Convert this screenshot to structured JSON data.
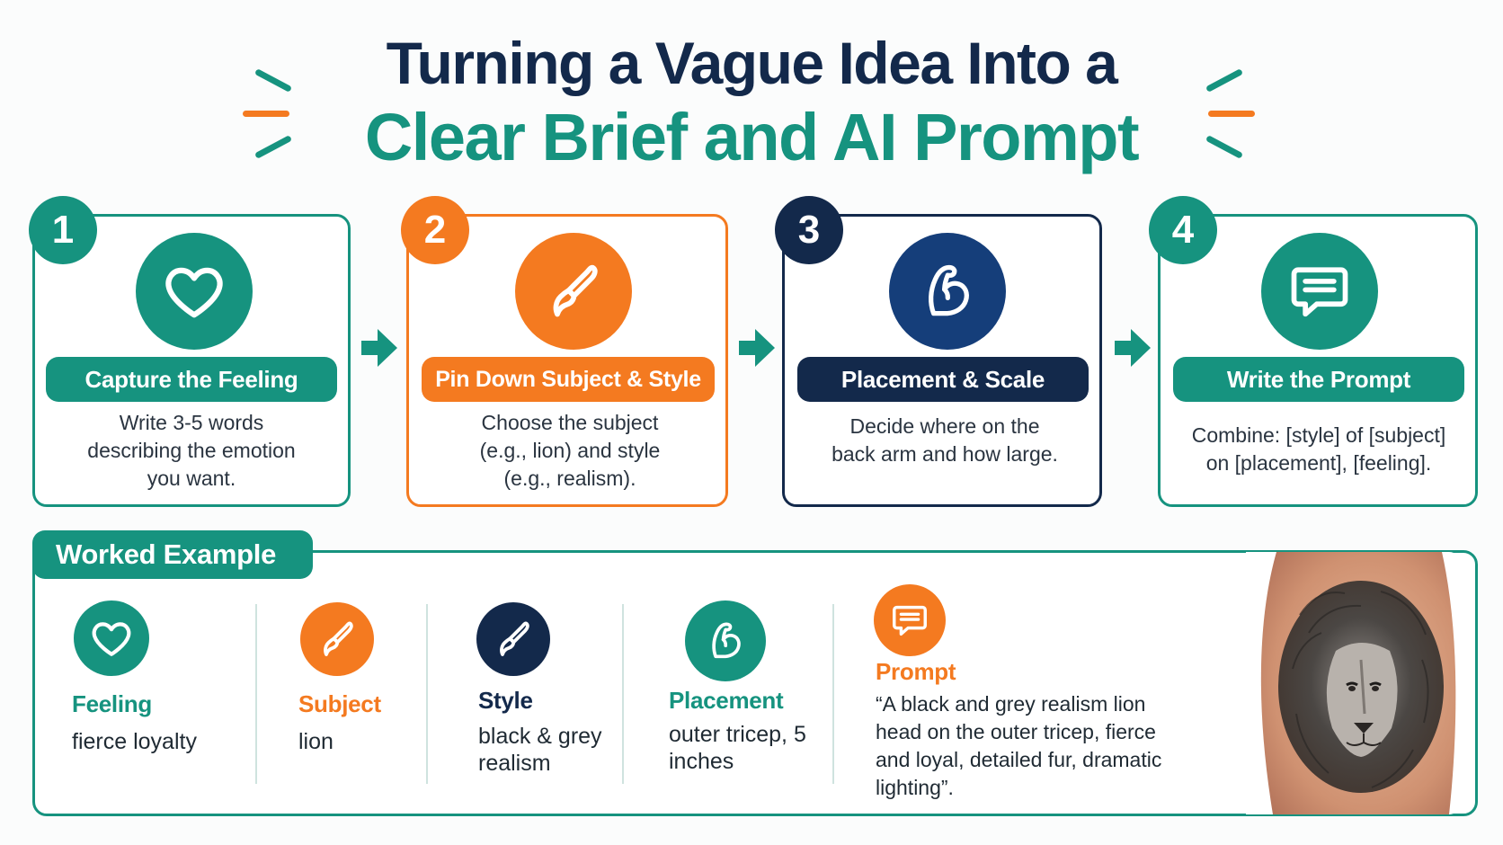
{
  "title": {
    "line1": "Turning a Vague Idea Into a",
    "line2": "Clear Brief and AI Prompt"
  },
  "colors": {
    "teal": "#16937f",
    "orange": "#f47a20",
    "navy": "#13294b",
    "blue": "#153e7a"
  },
  "steps": [
    {
      "number": "1",
      "icon": "heart-icon",
      "label": "Capture the Feeling",
      "description": "Write 3-5 words describing the emotion you want."
    },
    {
      "number": "2",
      "icon": "paintbrush-icon",
      "label": "Pin Down Subject & Style",
      "description": "Choose the subject (e.g., lion) and style (e.g., realism)."
    },
    {
      "number": "3",
      "icon": "flexed-arm-icon",
      "label": "Placement & Scale",
      "description": "Decide where on the back arm and how large."
    },
    {
      "number": "4",
      "icon": "speech-bubble-icon",
      "label": "Write the Prompt",
      "description": "Combine: [style] of [subject] on [placement], [feeling]."
    }
  ],
  "example": {
    "tab_label": "Worked Example",
    "items": [
      {
        "icon": "heart-icon",
        "label": "Feeling",
        "value": "fierce loyalty"
      },
      {
        "icon": "paintbrush-icon",
        "label": "Subject",
        "value": "lion"
      },
      {
        "icon": "paintbrush-icon",
        "label": "Style",
        "value": "black & grey realism"
      },
      {
        "icon": "flexed-arm-icon",
        "label": "Placement",
        "value": "outer tricep, 5 inches"
      }
    ],
    "prompt": {
      "icon": "speech-bubble-icon",
      "label": "Prompt",
      "text": "“A black and grey realism lion head on the outer tricep, fierce and loyal, detailed fur, dramatic lighting”."
    },
    "image": "lion-tattoo-on-arm"
  }
}
